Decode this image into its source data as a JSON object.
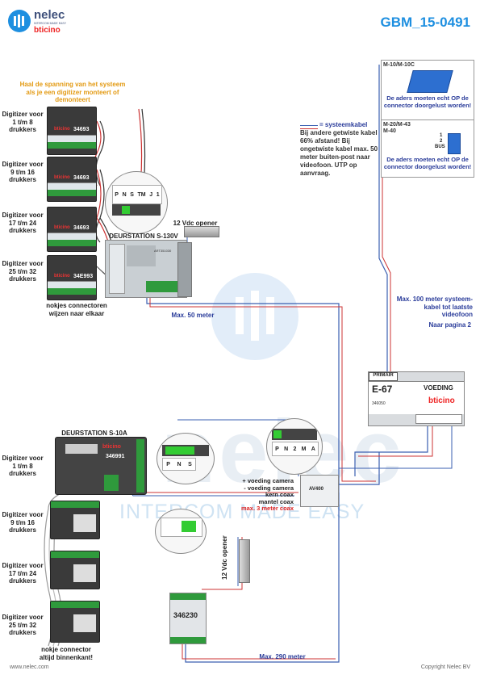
{
  "header": {
    "logo_nelec": "nelec",
    "logo_tagline": "INTERCOM MADE EASY",
    "logo_bticino": "bticino",
    "doc_code": "GBM_15-0491"
  },
  "top_note": "Haal de spanning van het systeem als je een digitizer monteert of demonteert",
  "top_digitizers": [
    {
      "label": "Digitizer voor 1 t/m 8 drukkers",
      "code": "34693"
    },
    {
      "label": "Digitizer voor 9 t/m 16 drukkers",
      "code": "34693"
    },
    {
      "label": "Digitizer voor 17 t/m 24 drukkers",
      "code": "34693"
    },
    {
      "label": "Digitizer voor 25 t/m 32 drukkers",
      "code": "34E993"
    }
  ],
  "connector_note_top": "nokjes connectoren wijzen naar elkaar",
  "deurstation_top": "DEURSTATION S-130V",
  "deurstation_top_code": "ART351030",
  "opener_top": "12 Vdc opener",
  "terminal_labels_top": [
    "P",
    "N",
    "S",
    "TM",
    "J",
    "1"
  ],
  "max50": "Max. 50 meter",
  "max100": "Max. 100 meter systeem-kabel tot laatste videofoon",
  "naar_pagina": "Naar pagina 2",
  "m10": {
    "title": "M-10/M-10C",
    "note": "De aders moeten echt OP de connector doorgelust worden!"
  },
  "m20": {
    "title1": "M-20/M-43",
    "title2": "M-40",
    "labels": [
      "1",
      "2",
      "BUS"
    ],
    "note": "De aders moeten echt OP de connector doorgelust worden!"
  },
  "systemcable": {
    "legend": "= systeemkabel",
    "text": "Bij andere getwiste kabel 66% afstand! Bij ongetwiste kabel max. 50 meter buiten-post naar videofoon. UTP op aanvraag."
  },
  "power": {
    "primair": "PRIMAIR",
    "model": "E-67",
    "voeding": "VOEDING",
    "code": "346050",
    "brand": "bticino"
  },
  "deurstation_bottom": "DEURSTATION S-10A",
  "deurstation_bottom_code": "346991",
  "bottom_digitizers": [
    {
      "label": "Digitizer voor 1 t/m 8 drukkers"
    },
    {
      "label": "Digitizer voor 9 t/m 16 drukkers"
    },
    {
      "label": "Digitizer voor 17 t/m 24 drukkers"
    },
    {
      "label": "Digitizer voor 25 t/m 32 drukkers"
    }
  ],
  "connector_note_bottom": "nokje connector altijd binnenkant!",
  "terminal_labels_bottom": [
    "P",
    "N",
    "S"
  ],
  "terminal_labels_mid": [
    "P",
    "N",
    "2",
    "M",
    "A"
  ],
  "coax_labels": [
    "+ voeding camera",
    "- voeding camera",
    "kern coax",
    "mantel coax"
  ],
  "coax_max": "max. 3 meter coax",
  "coax_module": "AV400",
  "opener_bottom": "12 Vdc opener",
  "relay_code": "346230",
  "max290": "Max. 290 meter",
  "watermark_big": "nelec",
  "watermark_small": "INTERCOM MADE EASY",
  "footer_left": "www.nelec.com",
  "footer_right": "Copyright Nelec BV",
  "colors": {
    "blue": "#2a3c9a",
    "accent": "#1e8fe0",
    "green": "#2f9a3c",
    "red": "#dd2222",
    "orange": "#e39a12"
  }
}
